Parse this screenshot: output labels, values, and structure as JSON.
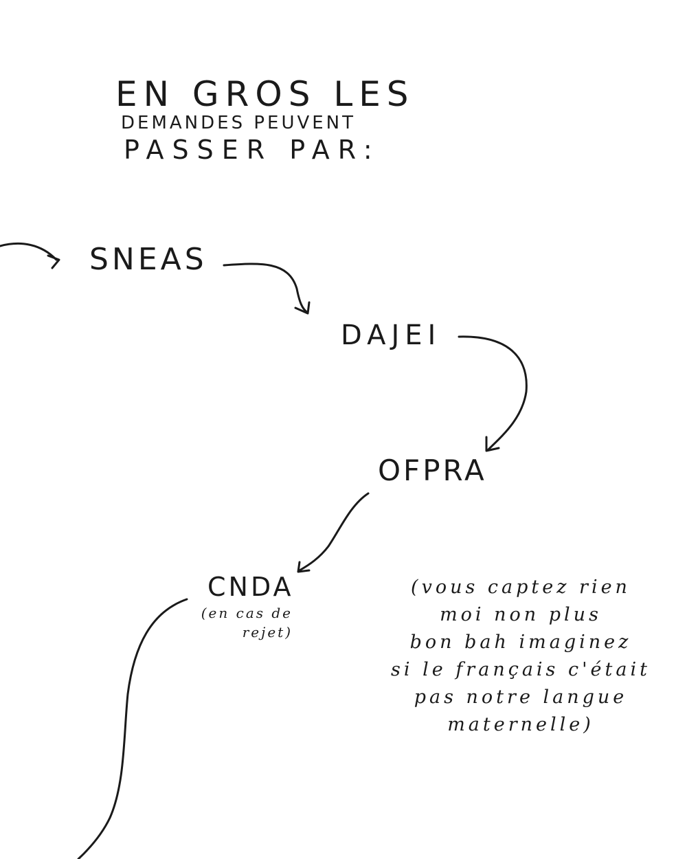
{
  "title": {
    "line1": "EN GROS LES",
    "line2": "DEMANDES PEUVENT",
    "line3": "PASSER PAR:"
  },
  "nodes": {
    "sneas": "SNEAS",
    "dajei": "DAJEI",
    "ofpra": "OFPRA",
    "cnda": "CNDA"
  },
  "cnda_note": {
    "line1": "(en cas de",
    "line2": "rejet)"
  },
  "aside": {
    "line1": "(vous captez rien",
    "line2": "moi non plus",
    "line3": "bon bah imaginez",
    "line4": "si le français c'était",
    "line5": "pas notre langue",
    "line6": "maternelle)"
  }
}
